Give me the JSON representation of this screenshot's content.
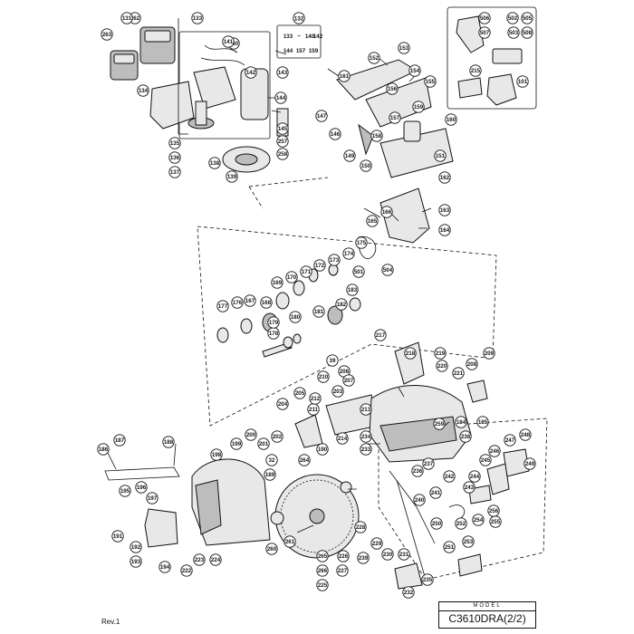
{
  "diagram": {
    "kit_group_labels": [
      "133",
      "140",
      "142",
      "144",
      "157",
      "159"
    ],
    "kit_group_number": "132",
    "kit_separator": "~",
    "callouts": [
      "262",
      "131",
      "263",
      "133",
      "140",
      "134",
      "135",
      "136",
      "137",
      "138",
      "139",
      "141",
      "142",
      "143",
      "144",
      "145",
      "257",
      "258",
      "153",
      "152",
      "161",
      "154",
      "155",
      "156",
      "147",
      "157",
      "159",
      "160",
      "146",
      "149",
      "158",
      "150",
      "151",
      "162",
      "163",
      "164",
      "165",
      "166",
      "175",
      "174",
      "173",
      "172",
      "171",
      "170",
      "169",
      "168",
      "167",
      "176",
      "177",
      "178",
      "179",
      "180",
      "181",
      "182",
      "183",
      "501",
      "504",
      "506",
      "507",
      "502",
      "505",
      "503",
      "508",
      "215",
      "101",
      "217",
      "218",
      "219",
      "220",
      "221",
      "208",
      "209",
      "39",
      "206",
      "207",
      "210",
      "203",
      "204",
      "205",
      "211",
      "212",
      "213",
      "214",
      "233",
      "234",
      "259",
      "184",
      "185",
      "186",
      "187",
      "188",
      "195",
      "196",
      "197",
      "198",
      "199",
      "200",
      "201",
      "202",
      "32",
      "189",
      "190",
      "264",
      "191",
      "192",
      "193",
      "194",
      "222",
      "223",
      "224",
      "260",
      "261",
      "265",
      "266",
      "225",
      "226",
      "227",
      "228",
      "229",
      "230",
      "231",
      "232",
      "235",
      "236",
      "237",
      "238",
      "239",
      "240",
      "241",
      "242",
      "243",
      "244",
      "245",
      "246",
      "247",
      "248",
      "249",
      "250",
      "251",
      "252",
      "253",
      "254",
      "255",
      "256"
    ]
  },
  "model": {
    "label": "MODEL",
    "value": "C3610DRA(2/2)"
  },
  "revision": "Rev.1"
}
